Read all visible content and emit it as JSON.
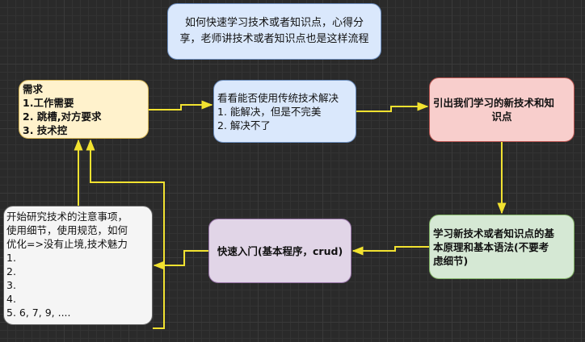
{
  "nodes": {
    "intro": {
      "lines": [
        "如何快速学习技术或者知识点，心得分",
        "享，老师讲技术或者知识点也是这样流程"
      ]
    },
    "requirement": {
      "lines": [
        "需求",
        "1.工作需要",
        "2. 跳槽,对方要求",
        "3. 技术控"
      ]
    },
    "traditional": {
      "lines": [
        "看看能否使用传统技术解决",
        "1. 能解决，但是不完美",
        "2. 解决不了"
      ]
    },
    "new_tech": {
      "lines": [
        "引出我们学习的新技术和知",
        "识点"
      ]
    },
    "principle": {
      "lines": [
        "学习新技术或者知识点的基",
        "本原理和基本语法(不要考",
        "虑细节)"
      ]
    },
    "quick_start": {
      "lines": [
        "快速入门(基本程序，crud)"
      ]
    },
    "deep_study": {
      "lines": [
        "开始研究技术的注意事项，",
        "使用细节，使用规范，如何",
        "优化=>没有止境,技术魅力",
        "1.",
        "2.",
        "3.",
        "4.",
        "5. 6, 7, 9, ...."
      ]
    }
  },
  "colors": {
    "edge": "#f2e230"
  }
}
